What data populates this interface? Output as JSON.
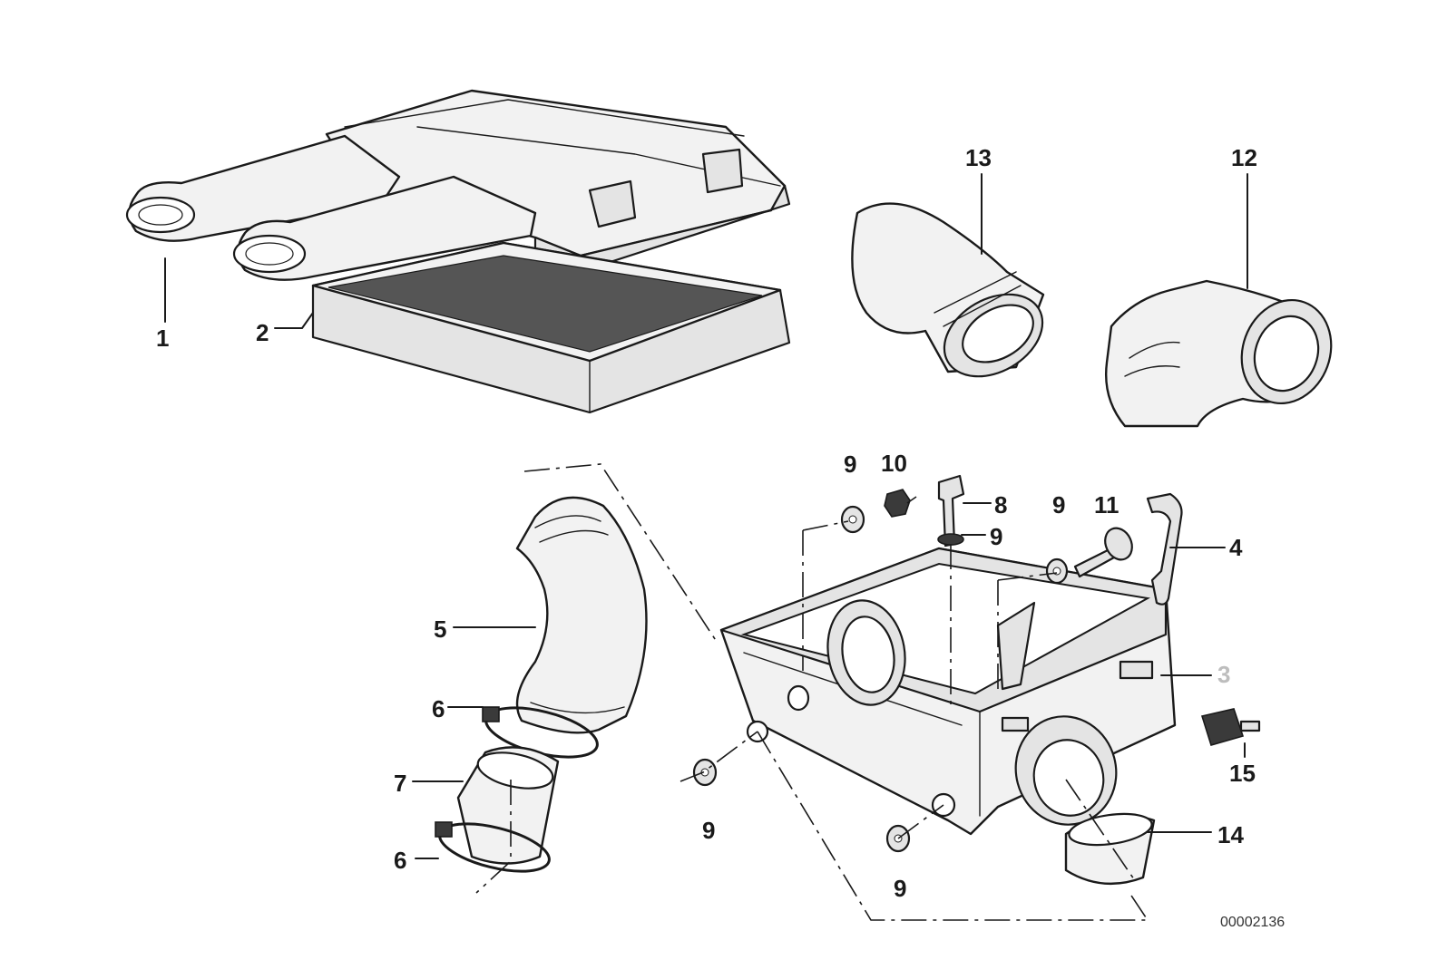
{
  "diagram": {
    "drawing_number": "00002136",
    "callouts": [
      {
        "id": "c1",
        "label": "1"
      },
      {
        "id": "c2",
        "label": "2"
      },
      {
        "id": "c3",
        "label": "3"
      },
      {
        "id": "c4",
        "label": "4"
      },
      {
        "id": "c5",
        "label": "5"
      },
      {
        "id": "c6a",
        "label": "6"
      },
      {
        "id": "c6b",
        "label": "6"
      },
      {
        "id": "c7",
        "label": "7"
      },
      {
        "id": "c8",
        "label": "8"
      },
      {
        "id": "c9a",
        "label": "9"
      },
      {
        "id": "c9b",
        "label": "9"
      },
      {
        "id": "c9c",
        "label": "9"
      },
      {
        "id": "c9d",
        "label": "9"
      },
      {
        "id": "c9e",
        "label": "9"
      },
      {
        "id": "c10",
        "label": "10"
      },
      {
        "id": "c11",
        "label": "11"
      },
      {
        "id": "c12",
        "label": "12"
      },
      {
        "id": "c13",
        "label": "13"
      },
      {
        "id": "c14",
        "label": "14"
      },
      {
        "id": "c15",
        "label": "15"
      }
    ]
  }
}
